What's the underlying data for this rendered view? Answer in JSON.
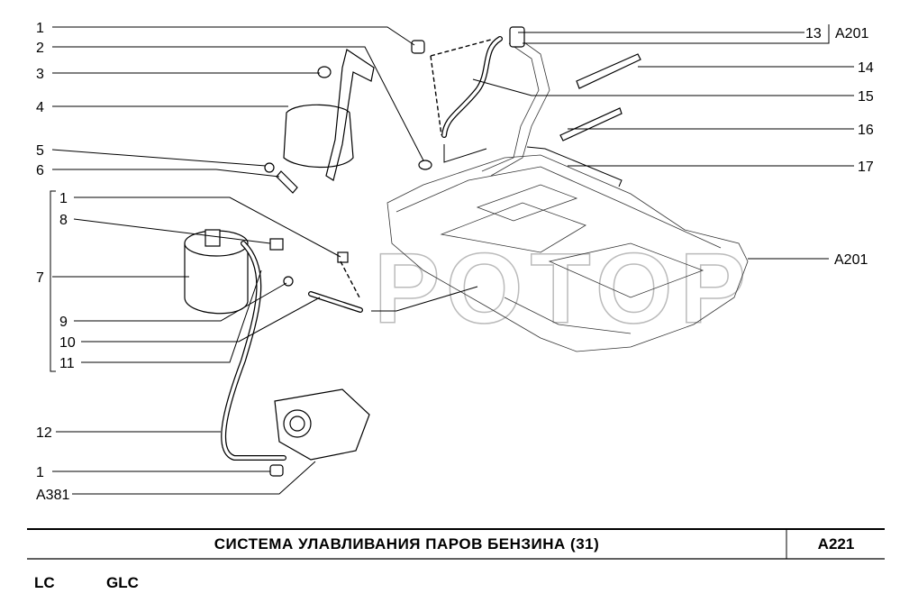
{
  "diagram": {
    "watermark": "РОТОР",
    "left_labels": [
      "1",
      "2",
      "3",
      "4",
      "5",
      "6",
      "1",
      "8",
      "7",
      "9",
      "10",
      "11",
      "12",
      "1",
      "A381"
    ],
    "right_labels": [
      "13",
      "A201",
      "14",
      "15",
      "16",
      "17",
      "A201"
    ]
  },
  "footer": {
    "title": "СИСТЕМА УЛАВЛИВАНИЯ ПАРОВ БЕНЗИНА (31)",
    "code": "A221",
    "variants": [
      "LC",
      "GLC"
    ]
  }
}
